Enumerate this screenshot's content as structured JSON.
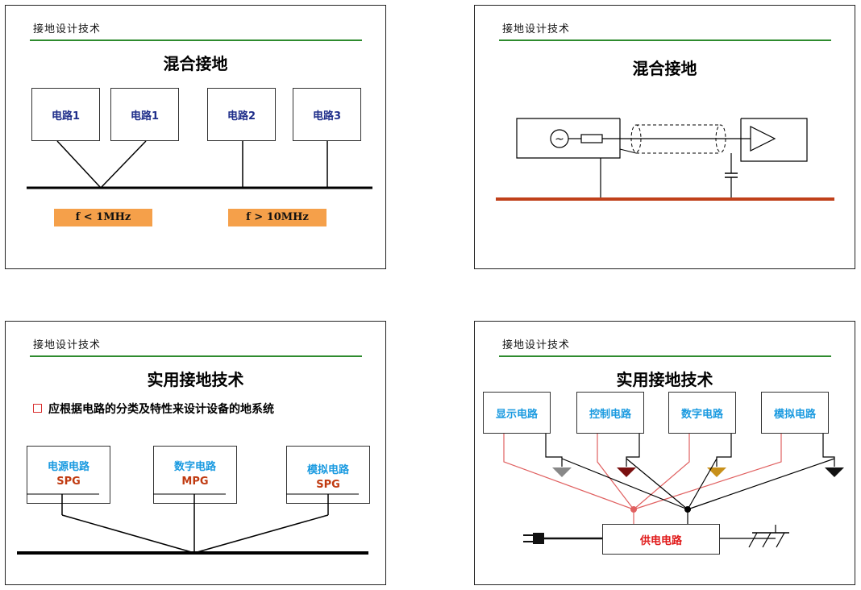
{
  "slides": [
    {
      "header": "接地设计技术",
      "title": "混合接地",
      "boxes": [
        "电路1",
        "电路1",
        "电路2",
        "电路3"
      ],
      "tags": [
        "f < 1MHz",
        "f > 10MHz"
      ]
    },
    {
      "header": "接地设计技术",
      "title": "混合接地",
      "source_symbol": "~"
    },
    {
      "header": "接地设计技术",
      "title": "实用接地技术",
      "bullet": "应根据电路的分类及特性来设计设备的地系统",
      "units": [
        {
          "name": "电源电路",
          "code": "SPG"
        },
        {
          "name": "数字电路",
          "code": "MPG"
        },
        {
          "name": "模拟电路",
          "code": "SPG"
        }
      ]
    },
    {
      "header": "接地设计技术",
      "title": "实用接地技术",
      "circuits": [
        "显示电路",
        "控制电路",
        "数字电路",
        "模拟电路"
      ],
      "power": "供电电路"
    }
  ],
  "colors": {
    "header_rule": "#2e8b2e",
    "tag_fill": "#f5a04a",
    "ground_red": "#c0401a",
    "box_text_blue": "#1f2e8a",
    "light_blue_text": "#1a9ae0",
    "power_text_red": "#e01818"
  }
}
